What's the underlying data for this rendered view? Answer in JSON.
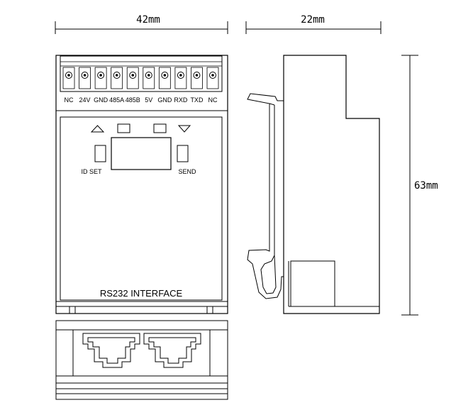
{
  "dimensions": {
    "front_width": "42mm",
    "side_depth": "22mm",
    "height": "63mm"
  },
  "terminals": [
    "NC",
    "24V",
    "GND",
    "485A",
    "485B",
    "5V",
    "GND",
    "RXD",
    "TXD",
    "NC"
  ],
  "panel": {
    "left_button_label": "ID SET",
    "right_button_label": "SEND",
    "device_name": "RS232 INTERFACE"
  }
}
